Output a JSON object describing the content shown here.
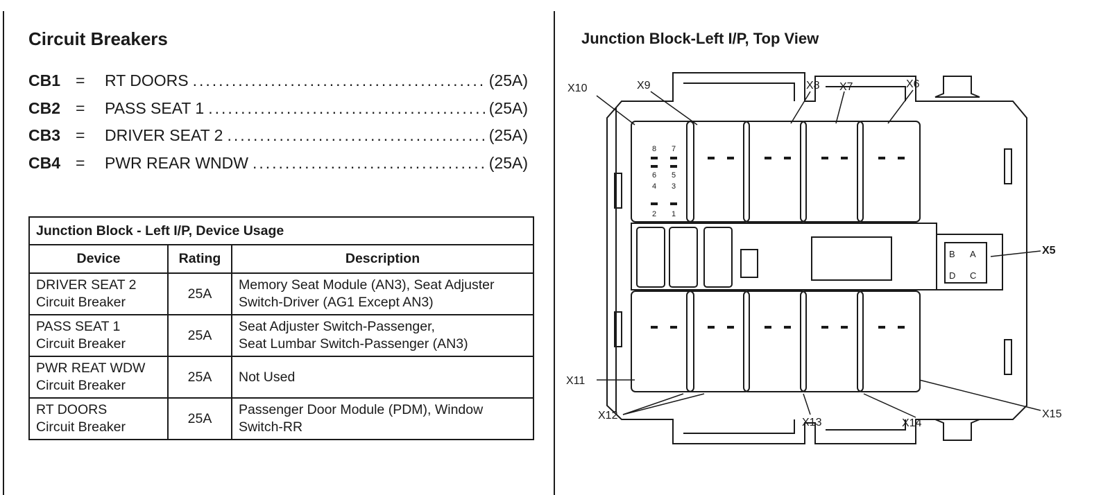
{
  "circuit_breakers": {
    "title": "Circuit Breakers",
    "items": [
      {
        "id": "CB1",
        "eq": "=",
        "name": "RT DOORS",
        "rating": "(25A)"
      },
      {
        "id": "CB2",
        "eq": "=",
        "name": "PASS SEAT 1",
        "rating": "(25A)"
      },
      {
        "id": "CB3",
        "eq": "=",
        "name": "DRIVER SEAT 2",
        "rating": "(25A)"
      },
      {
        "id": "CB4",
        "eq": "=",
        "name": "PWR REAR WNDW",
        "rating": "(25A)"
      }
    ]
  },
  "usage_table": {
    "caption": "Junction Block - Left I/P, Device Usage",
    "headers": [
      "Device",
      "Rating",
      "Description"
    ],
    "rows": [
      {
        "device_line1": "DRIVER SEAT 2",
        "device_line2": "Circuit Breaker",
        "rating": "25A",
        "desc_line1": "Memory Seat Module (AN3), Seat Adjuster",
        "desc_line2": "Switch-Driver (AG1 Except AN3)"
      },
      {
        "device_line1": "PASS SEAT 1",
        "device_line2": "Circuit Breaker",
        "rating": "25A",
        "desc_line1": "Seat Adjuster Switch-Passenger,",
        "desc_line2": "Seat Lumbar Switch-Passenger (AN3)"
      },
      {
        "device_line1": "PWR REAT WDW",
        "device_line2": "Circuit Breaker",
        "rating": "25A",
        "desc_line1": "Not Used",
        "desc_line2": ""
      },
      {
        "device_line1": "RT DOORS",
        "device_line2": "Circuit Breaker",
        "rating": "25A",
        "desc_line1": "Passenger Door Module (PDM), Window",
        "desc_line2": "Switch-RR"
      }
    ]
  },
  "diagram": {
    "title": "Junction Block-Left I/P, Top View",
    "connector_labels": {
      "x5": "X5",
      "x6": "X6",
      "x7": "X7",
      "x8": "X8",
      "x9": "X9",
      "x10": "X10",
      "x11": "X11",
      "x12": "X12",
      "x13": "X13",
      "x14": "X14",
      "x15": "X15"
    },
    "top_pins": {
      "p8": "8",
      "p7": "7",
      "p6": "6",
      "p5": "5",
      "p4": "4",
      "p3": "3",
      "p2": "2",
      "p1": "1"
    },
    "x5_pins": {
      "a": "A",
      "b": "B",
      "c": "C",
      "d": "D"
    }
  }
}
